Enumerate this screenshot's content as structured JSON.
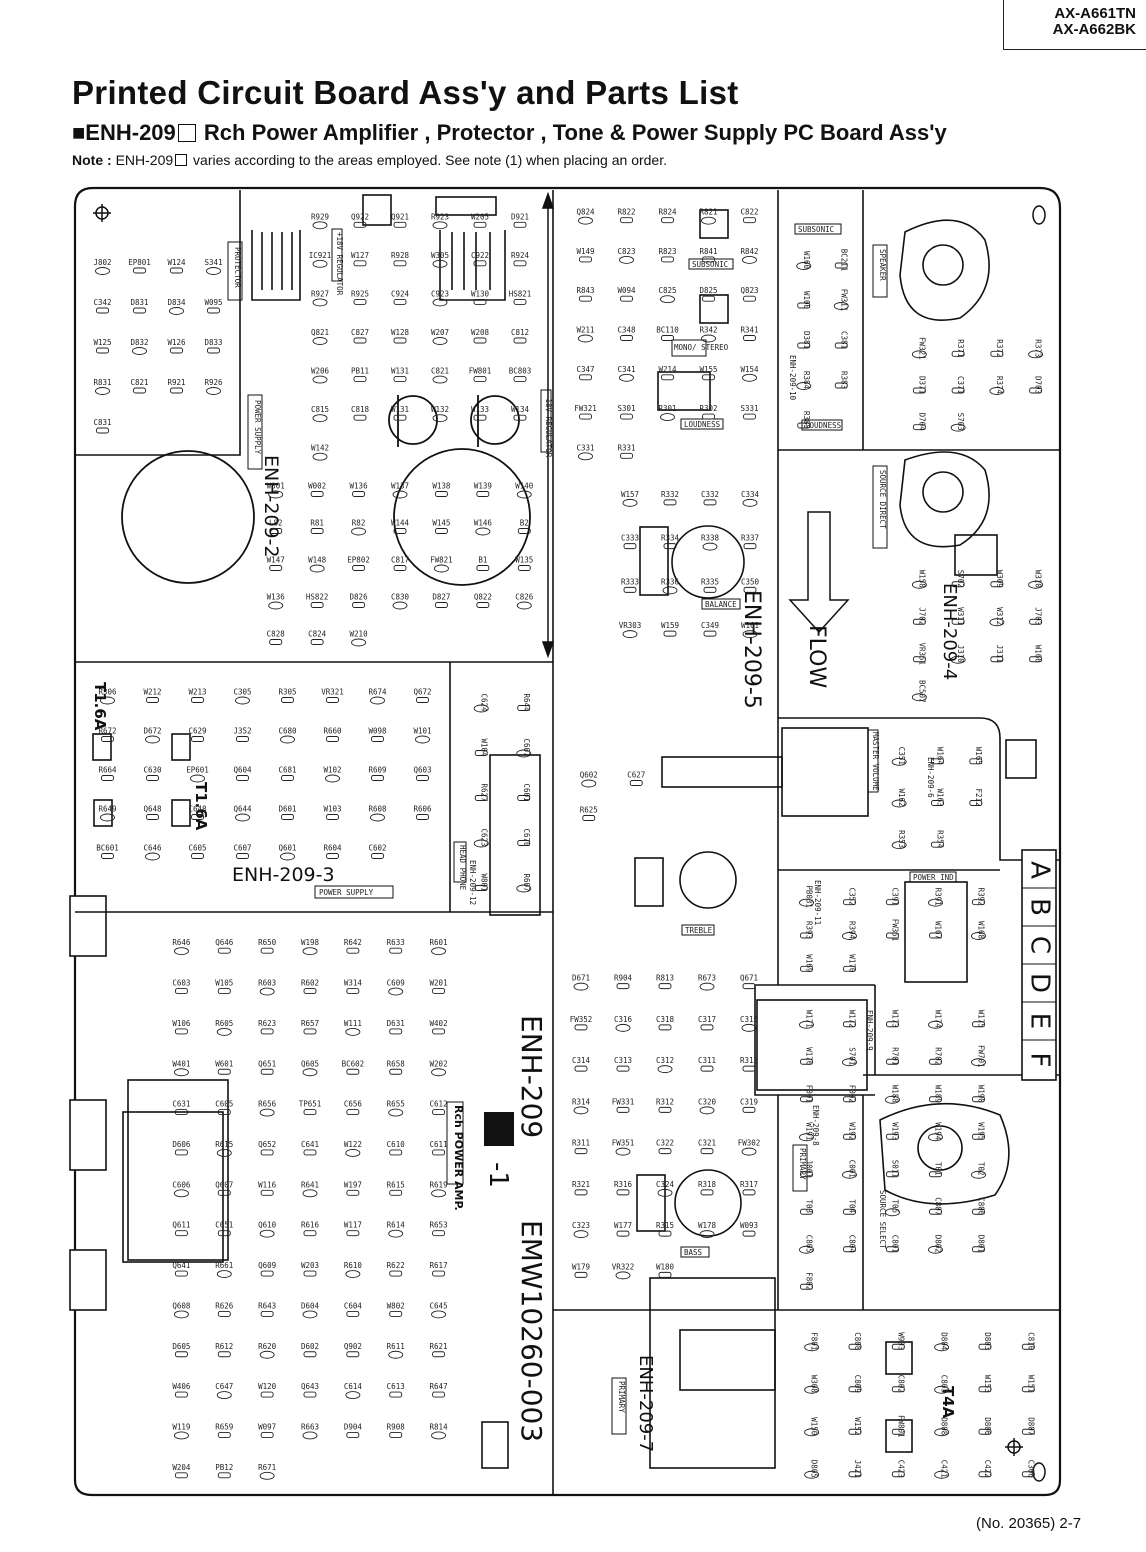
{
  "header": {
    "models": [
      "AX-A661TN",
      "AX-A662BK"
    ],
    "title": "Printed Circuit Board Ass'y and Parts List",
    "subtitle_prefix": "ENH-209",
    "subtitle_rest": "Rch Power Amplifier , Protector , Tone & Power Supply PC Board Ass'y",
    "note_label": "Note :",
    "note_prefix": "ENH-209",
    "note_rest": "varies according to the areas employed. See note (1) when placing an order."
  },
  "board": {
    "big_labels": {
      "enh_209_2": "ENH-209-2",
      "enh_209_3": "ENH-209-3",
      "enh_209_4": "ENH-209-4",
      "enh_209_5": "ENH-209-5",
      "enh_209_7": "ENH-209-7",
      "enh_209": "ENH-209",
      "enh_209_1": "-1",
      "emw": "EMW10260-003",
      "flow": "FLOW",
      "t1_6a_a": "T1.6A",
      "t1_6a_b": "T1.6A",
      "t4a": "T4A"
    },
    "boxed_labels": {
      "protector": "PROTECTOR",
      "power_supply_v": "POWER SUPPLY",
      "power_supply_h": "POWER SUPPLY",
      "speaker": "SPEAKER",
      "source_direct": "SOURCE DIRECT",
      "subsonic_a": "SUBSONIC",
      "subsonic_b": "SUBSONIC",
      "loudness_a": "LOUDNESS",
      "loudness_b": "LOUDNESS",
      "mono_stereo": "MONO/ STEREO",
      "balance": "BALANCE",
      "treble": "TREBLE",
      "bass": "BASS",
      "primary_a": "PRIMARY",
      "primary_b": "PRIMARY",
      "master_volume": "MASTER VOLUME",
      "power_ind": "POWER IND.",
      "source_select": "SOURCE SELECT",
      "headphone": "HEAD PHONE",
      "rch_power_amp": "Rch POWER AMP.",
      "reg_18v_a": "+18V REGULATOR",
      "reg_18v_b": "-18V REGULATOR"
    },
    "sub_labels": {
      "enh_209_10": "ENH-209-10",
      "enh_209_11": "ENH-209-11",
      "enh_209_6": "ENH-209-6",
      "enh_209_8": "ENH-209-8",
      "enh_209_9": "ENH-209-9",
      "enh_209_12": "ENH-209-12"
    },
    "edge_letters": [
      "A",
      "B",
      "C",
      "D",
      "E",
      "F"
    ],
    "parts": [
      {
        "t": "J802"
      },
      {
        "t": "EP801"
      },
      {
        "t": "W124"
      },
      {
        "t": "S341"
      },
      {
        "t": "C342"
      },
      {
        "t": "D831"
      },
      {
        "t": "D834"
      },
      {
        "t": "W095"
      },
      {
        "t": "W125"
      },
      {
        "t": "D832"
      },
      {
        "t": "W126"
      },
      {
        "t": "D833"
      },
      {
        "t": "R831"
      },
      {
        "t": "C821"
      },
      {
        "t": "R921"
      },
      {
        "t": "R926"
      },
      {
        "t": "C831"
      },
      {
        "t": "R929"
      },
      {
        "t": "Q922"
      },
      {
        "t": "Q921"
      },
      {
        "t": "R923"
      },
      {
        "t": "W205"
      },
      {
        "t": "D921"
      },
      {
        "t": "IC921"
      },
      {
        "t": "W127"
      },
      {
        "t": "R928"
      },
      {
        "t": "W305"
      },
      {
        "t": "C922"
      },
      {
        "t": "R924"
      },
      {
        "t": "R927"
      },
      {
        "t": "R925"
      },
      {
        "t": "C924"
      },
      {
        "t": "C923"
      },
      {
        "t": "W130"
      },
      {
        "t": "HS821"
      },
      {
        "t": "Q821"
      },
      {
        "t": "C827"
      },
      {
        "t": "W128"
      },
      {
        "t": "W207"
      },
      {
        "t": "W208"
      },
      {
        "t": "C812"
      },
      {
        "t": "W206"
      },
      {
        "t": "PB11"
      },
      {
        "t": "W131"
      },
      {
        "t": "C821"
      },
      {
        "t": "FW801"
      },
      {
        "t": "BC803"
      },
      {
        "t": "C815"
      },
      {
        "t": "C818"
      },
      {
        "t": "W131"
      },
      {
        "t": "W132"
      },
      {
        "t": "W133"
      },
      {
        "t": "W134"
      },
      {
        "t": "W142"
      },
      {
        "t": "W001"
      },
      {
        "t": "W002"
      },
      {
        "t": "W136"
      },
      {
        "t": "W137"
      },
      {
        "t": "W138"
      },
      {
        "t": "W139"
      },
      {
        "t": "W140"
      },
      {
        "t": "L82"
      },
      {
        "t": "R81"
      },
      {
        "t": "R82"
      },
      {
        "t": "W144"
      },
      {
        "t": "W145"
      },
      {
        "t": "W146"
      },
      {
        "t": "B2"
      },
      {
        "t": "W147"
      },
      {
        "t": "W148"
      },
      {
        "t": "EP802"
      },
      {
        "t": "C817"
      },
      {
        "t": "FW821"
      },
      {
        "t": "B1"
      },
      {
        "t": "W135"
      },
      {
        "t": "W136"
      },
      {
        "t": "HS822"
      },
      {
        "t": "D826"
      },
      {
        "t": "C830"
      },
      {
        "t": "D827"
      },
      {
        "t": "Q822"
      },
      {
        "t": "C826"
      },
      {
        "t": "C828"
      },
      {
        "t": "C824"
      },
      {
        "t": "W210"
      },
      {
        "t": "Q824"
      },
      {
        "t": "R822"
      },
      {
        "t": "R824"
      },
      {
        "t": "R821"
      },
      {
        "t": "C822"
      },
      {
        "t": "W149"
      },
      {
        "t": "C823"
      },
      {
        "t": "R823"
      },
      {
        "t": "R841"
      },
      {
        "t": "R842"
      },
      {
        "t": "R843"
      },
      {
        "t": "W094"
      },
      {
        "t": "C825"
      },
      {
        "t": "D825"
      },
      {
        "t": "Q823"
      },
      {
        "t": "W211"
      },
      {
        "t": "C348"
      },
      {
        "t": "BC110"
      },
      {
        "t": "R342"
      },
      {
        "t": "R341"
      },
      {
        "t": "C347"
      },
      {
        "t": "C341"
      },
      {
        "t": "W214"
      },
      {
        "t": "W155"
      },
      {
        "t": "W154"
      },
      {
        "t": "FW321"
      },
      {
        "t": "S301"
      },
      {
        "t": "R301"
      },
      {
        "t": "R302"
      },
      {
        "t": "S331"
      },
      {
        "t": "C331"
      },
      {
        "t": "R331"
      },
      {
        "t": "W157"
      },
      {
        "t": "R332"
      },
      {
        "t": "C332"
      },
      {
        "t": "C334"
      },
      {
        "t": "C333"
      },
      {
        "t": "R334"
      },
      {
        "t": "R338"
      },
      {
        "t": "R337"
      },
      {
        "t": "R333"
      },
      {
        "t": "R336"
      },
      {
        "t": "R335"
      },
      {
        "t": "C350"
      },
      {
        "t": "VR303"
      },
      {
        "t": "W159"
      },
      {
        "t": "C349"
      },
      {
        "t": "W161"
      },
      {
        "t": "W160"
      },
      {
        "t": "BC211"
      },
      {
        "t": "W100"
      },
      {
        "t": "FW311"
      },
      {
        "t": "D381"
      },
      {
        "t": "C381"
      },
      {
        "t": "R384"
      },
      {
        "t": "R383"
      },
      {
        "t": "R385"
      },
      {
        "t": "FW321"
      },
      {
        "t": "R371"
      },
      {
        "t": "R372"
      },
      {
        "t": "R373"
      },
      {
        "t": "D371"
      },
      {
        "t": "C371"
      },
      {
        "t": "R374"
      },
      {
        "t": "D703"
      },
      {
        "t": "D704"
      },
      {
        "t": "S703"
      },
      {
        "t": "W158"
      },
      {
        "t": "S702"
      },
      {
        "t": "W309"
      },
      {
        "t": "W310"
      },
      {
        "t": "J702"
      },
      {
        "t": "W311"
      },
      {
        "t": "W312"
      },
      {
        "t": "J703"
      },
      {
        "t": "VR351"
      },
      {
        "t": "J310"
      },
      {
        "t": "J311"
      },
      {
        "t": "W166"
      },
      {
        "t": "BC507"
      },
      {
        "t": "C351"
      },
      {
        "t": "W164"
      },
      {
        "t": "W165"
      },
      {
        "t": "W162"
      },
      {
        "t": "W163"
      },
      {
        "t": "F212"
      },
      {
        "t": "R353"
      },
      {
        "t": "R354"
      },
      {
        "t": "PB031"
      },
      {
        "t": "C352"
      },
      {
        "t": "C391"
      },
      {
        "t": "R391"
      },
      {
        "t": "R392"
      },
      {
        "t": "R393"
      },
      {
        "t": "R394"
      },
      {
        "t": "FW351"
      },
      {
        "t": "W167"
      },
      {
        "t": "W168"
      },
      {
        "t": "W169"
      },
      {
        "t": "W170"
      },
      {
        "t": "W171"
      },
      {
        "t": "W172"
      },
      {
        "t": "W173"
      },
      {
        "t": "W174"
      },
      {
        "t": "W175"
      },
      {
        "t": "W176"
      },
      {
        "t": "S701"
      },
      {
        "t": "R701"
      },
      {
        "t": "R702"
      },
      {
        "t": "FW701"
      },
      {
        "t": "F001"
      },
      {
        "t": "F002"
      },
      {
        "t": "W188"
      },
      {
        "t": "W189"
      },
      {
        "t": "W190"
      },
      {
        "t": "W191"
      },
      {
        "t": "W192"
      },
      {
        "t": "W193"
      },
      {
        "t": "W194"
      },
      {
        "t": "W195"
      },
      {
        "t": "J001"
      },
      {
        "t": "C001"
      },
      {
        "t": "S011"
      },
      {
        "t": "T01"
      },
      {
        "t": "T02"
      },
      {
        "t": "T03"
      },
      {
        "t": "T04"
      },
      {
        "t": "T05"
      },
      {
        "t": "C807"
      },
      {
        "t": "C806"
      },
      {
        "t": "C805"
      },
      {
        "t": "C804"
      },
      {
        "t": "C801"
      },
      {
        "t": "D802"
      },
      {
        "t": "D801"
      },
      {
        "t": "F802"
      },
      {
        "t": "F801"
      },
      {
        "t": "C808"
      },
      {
        "t": "W903"
      },
      {
        "t": "D804"
      },
      {
        "t": "D803"
      },
      {
        "t": "C810"
      },
      {
        "t": "W308"
      },
      {
        "t": "C809"
      },
      {
        "t": "C802"
      },
      {
        "t": "C803"
      },
      {
        "t": "W153"
      },
      {
        "t": "W151"
      },
      {
        "t": "W150"
      },
      {
        "t": "W152"
      },
      {
        "t": "FW801"
      },
      {
        "t": "D808"
      },
      {
        "t": "D806"
      },
      {
        "t": "D807"
      },
      {
        "t": "D805"
      },
      {
        "t": "J421"
      },
      {
        "t": "C423"
      },
      {
        "t": "C421"
      },
      {
        "t": "C422"
      },
      {
        "t": "C306"
      },
      {
        "t": "R306"
      },
      {
        "t": "W212"
      },
      {
        "t": "W213"
      },
      {
        "t": "C305"
      },
      {
        "t": "R305"
      },
      {
        "t": "VR321"
      },
      {
        "t": "R674"
      },
      {
        "t": "Q672"
      },
      {
        "t": "R672"
      },
      {
        "t": "D672"
      },
      {
        "t": "C629"
      },
      {
        "t": "J352"
      },
      {
        "t": "C680"
      },
      {
        "t": "R660"
      },
      {
        "t": "W098"
      },
      {
        "t": "W101"
      },
      {
        "t": "R664"
      },
      {
        "t": "C630"
      },
      {
        "t": "EP601"
      },
      {
        "t": "Q604"
      },
      {
        "t": "C681"
      },
      {
        "t": "W102"
      },
      {
        "t": "R609"
      },
      {
        "t": "Q603"
      },
      {
        "t": "R649"
      },
      {
        "t": "Q648"
      },
      {
        "t": "C648"
      },
      {
        "t": "Q644"
      },
      {
        "t": "D601"
      },
      {
        "t": "W103"
      },
      {
        "t": "R608"
      },
      {
        "t": "R606"
      },
      {
        "t": "BC601"
      },
      {
        "t": "C646"
      },
      {
        "t": "C605"
      },
      {
        "t": "C607"
      },
      {
        "t": "Q601"
      },
      {
        "t": "R604"
      },
      {
        "t": "C602"
      },
      {
        "t": "C624"
      },
      {
        "t": "R644"
      },
      {
        "t": "W104"
      },
      {
        "t": "C607"
      },
      {
        "t": "R627"
      },
      {
        "t": "C601"
      },
      {
        "t": "C623"
      },
      {
        "t": "C670"
      },
      {
        "t": "W801"
      },
      {
        "t": "R607"
      },
      {
        "t": "Q602"
      },
      {
        "t": "C627"
      },
      {
        "t": "R625"
      },
      {
        "t": "R646"
      },
      {
        "t": "Q646"
      },
      {
        "t": "R650"
      },
      {
        "t": "W198"
      },
      {
        "t": "R642"
      },
      {
        "t": "R633"
      },
      {
        "t": "R601"
      },
      {
        "t": "C603"
      },
      {
        "t": "W105"
      },
      {
        "t": "R603"
      },
      {
        "t": "R602"
      },
      {
        "t": "W314"
      },
      {
        "t": "C609"
      },
      {
        "t": "W201"
      },
      {
        "t": "W106"
      },
      {
        "t": "R605"
      },
      {
        "t": "R623"
      },
      {
        "t": "R657"
      },
      {
        "t": "W111"
      },
      {
        "t": "D631"
      },
      {
        "t": "W402"
      },
      {
        "t": "W401"
      },
      {
        "t": "W601"
      },
      {
        "t": "Q651"
      },
      {
        "t": "Q605"
      },
      {
        "t": "BC602"
      },
      {
        "t": "R658"
      },
      {
        "t": "W202"
      },
      {
        "t": "C631"
      },
      {
        "t": "C605"
      },
      {
        "t": "R656"
      },
      {
        "t": "TP651"
      },
      {
        "t": "C656"
      },
      {
        "t": "R655"
      },
      {
        "t": "C612"
      },
      {
        "t": "D606"
      },
      {
        "t": "R615"
      },
      {
        "t": "Q652"
      },
      {
        "t": "C641"
      },
      {
        "t": "W122"
      },
      {
        "t": "C610"
      },
      {
        "t": "C611"
      },
      {
        "t": "C606"
      },
      {
        "t": "Q607"
      },
      {
        "t": "W116"
      },
      {
        "t": "R641"
      },
      {
        "t": "W197"
      },
      {
        "t": "R615"
      },
      {
        "t": "R619"
      },
      {
        "t": "Q611"
      },
      {
        "t": "C651"
      },
      {
        "t": "Q610"
      },
      {
        "t": "R616"
      },
      {
        "t": "W117"
      },
      {
        "t": "R614"
      },
      {
        "t": "R653"
      },
      {
        "t": "Q641"
      },
      {
        "t": "R661"
      },
      {
        "t": "Q609"
      },
      {
        "t": "W203"
      },
      {
        "t": "R610"
      },
      {
        "t": "R622"
      },
      {
        "t": "R617"
      },
      {
        "t": "Q608"
      },
      {
        "t": "R626"
      },
      {
        "t": "R643"
      },
      {
        "t": "D604"
      },
      {
        "t": "C604"
      },
      {
        "t": "W802"
      },
      {
        "t": "C645"
      },
      {
        "t": "D605"
      },
      {
        "t": "R612"
      },
      {
        "t": "R620"
      },
      {
        "t": "D602"
      },
      {
        "t": "Q902"
      },
      {
        "t": "R611"
      },
      {
        "t": "R621"
      },
      {
        "t": "W406"
      },
      {
        "t": "C647"
      },
      {
        "t": "W120"
      },
      {
        "t": "Q643"
      },
      {
        "t": "C614"
      },
      {
        "t": "C613"
      },
      {
        "t": "R647"
      },
      {
        "t": "W119"
      },
      {
        "t": "R659"
      },
      {
        "t": "W097"
      },
      {
        "t": "R663"
      },
      {
        "t": "D904"
      },
      {
        "t": "R908"
      },
      {
        "t": "R814"
      },
      {
        "t": "W204"
      },
      {
        "t": "PB12"
      },
      {
        "t": "R671"
      },
      {
        "t": "D671"
      },
      {
        "t": "R904"
      },
      {
        "t": "R813"
      },
      {
        "t": "R673"
      },
      {
        "t": "Q671"
      },
      {
        "t": "FW352"
      },
      {
        "t": "C316"
      },
      {
        "t": "C318"
      },
      {
        "t": "C317"
      },
      {
        "t": "C315"
      },
      {
        "t": "C314"
      },
      {
        "t": "C313"
      },
      {
        "t": "C312"
      },
      {
        "t": "C311"
      },
      {
        "t": "R313"
      },
      {
        "t": "R314"
      },
      {
        "t": "FW331"
      },
      {
        "t": "R312"
      },
      {
        "t": "C320"
      },
      {
        "t": "C319"
      },
      {
        "t": "R311"
      },
      {
        "t": "FW351"
      },
      {
        "t": "C322"
      },
      {
        "t": "C321"
      },
      {
        "t": "FW302"
      },
      {
        "t": "R321"
      },
      {
        "t": "R316"
      },
      {
        "t": "C324"
      },
      {
        "t": "R318"
      },
      {
        "t": "R317"
      },
      {
        "t": "C323"
      },
      {
        "t": "W177"
      },
      {
        "t": "R315"
      },
      {
        "t": "W178"
      },
      {
        "t": "W093"
      },
      {
        "t": "W179"
      },
      {
        "t": "VR322"
      },
      {
        "t": "W180"
      }
    ],
    "footer": "(No. 20365) 2-7"
  }
}
